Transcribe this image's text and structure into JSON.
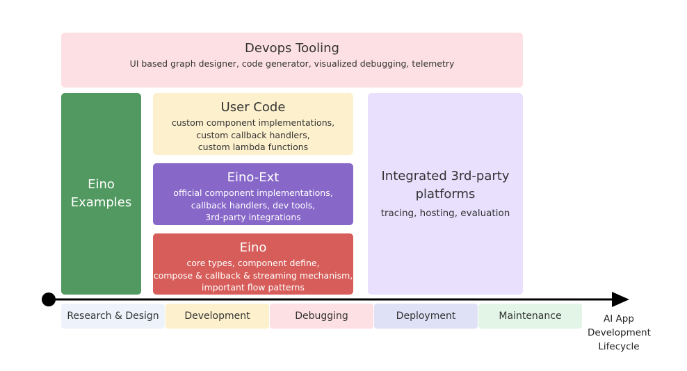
{
  "devops": {
    "title": "Devops Tooling",
    "subtitle": "UI based graph designer, code generator, visualized debugging, telemetry"
  },
  "examples": {
    "line1": "Eino",
    "line2": "Examples"
  },
  "user_code": {
    "title": "User Code",
    "lines": [
      "custom component implementations,",
      "custom callback handlers,",
      "custom lambda functions"
    ]
  },
  "eino_ext": {
    "title": "Eino-Ext",
    "lines": [
      "official component implementations,",
      "callback handlers, dev tools,",
      "3rd-party integrations"
    ]
  },
  "eino": {
    "title": "Eino",
    "lines": [
      "core types, component define,",
      "compose & callback & streaming mechanism,",
      "important flow patterns"
    ]
  },
  "third_party": {
    "line1": "Integrated 3rd-party",
    "line2": "platforms",
    "subtitle": "tracing, hosting, evaluation"
  },
  "phases": [
    {
      "label": "Research & Design",
      "color": "#eef3fb"
    },
    {
      "label": "Development",
      "color": "#fdf0cd"
    },
    {
      "label": "Debugging",
      "color": "#fde0e3"
    },
    {
      "label": "Deployment",
      "color": "#dfe1f6"
    },
    {
      "label": "Maintenance",
      "color": "#e2f5e6"
    }
  ],
  "lifecycle": {
    "line1": "AI App",
    "line2": "Development",
    "line3": "Lifecycle"
  },
  "colors": {
    "devops_bg": "#fde0e3",
    "examples_bg": "#529961",
    "user_code_bg": "#fdf0cd",
    "eino_ext_bg": "#8767c8",
    "eino_bg": "#d65d59",
    "third_party_bg": "#e8e0fd",
    "timeline": "#000000"
  }
}
